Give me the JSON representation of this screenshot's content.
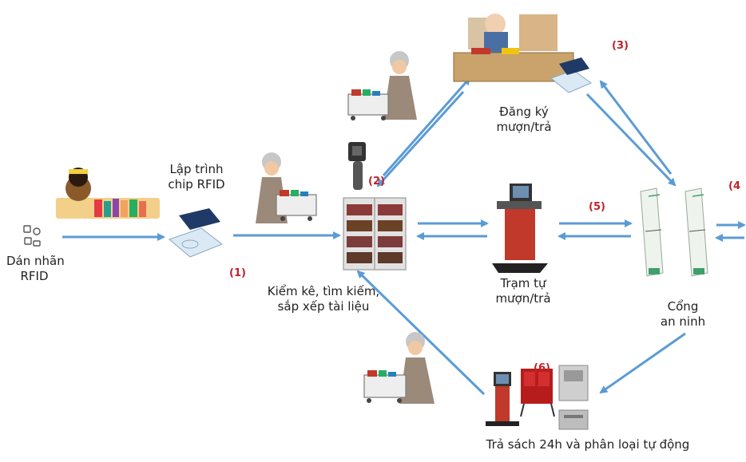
{
  "steps": {
    "label_rfid": {
      "line1": "Dán nhãn",
      "line2": "RFID"
    },
    "program_chip": {
      "line1": "Lập trình",
      "line2": "chip RFID"
    },
    "inventory": {
      "line1": "Kiểm kê, tìm kiếm,",
      "line2": "sắp xếp tài liệu"
    },
    "register": {
      "line1": "Đăng ký",
      "line2": "mượn/trả"
    },
    "self_station": {
      "line1": "Trạm tự",
      "line2": "mượn/trả"
    },
    "security_gate": {
      "line1": "Cổng",
      "line2": "an ninh"
    },
    "book_return": {
      "line1": "Trả sách 24h và phân loại tự động"
    }
  },
  "markers": {
    "m1": "(1)",
    "m2": "(2)",
    "m3": "(3)",
    "m4": "(4",
    "m5": "(5)",
    "m6": "(6)"
  },
  "colors": {
    "arrow": "#5b9bd5",
    "marker": "#c0232b",
    "shelf": "#d9d9d9",
    "kiosk": "#c0392b",
    "gate": "#eef3ee"
  }
}
